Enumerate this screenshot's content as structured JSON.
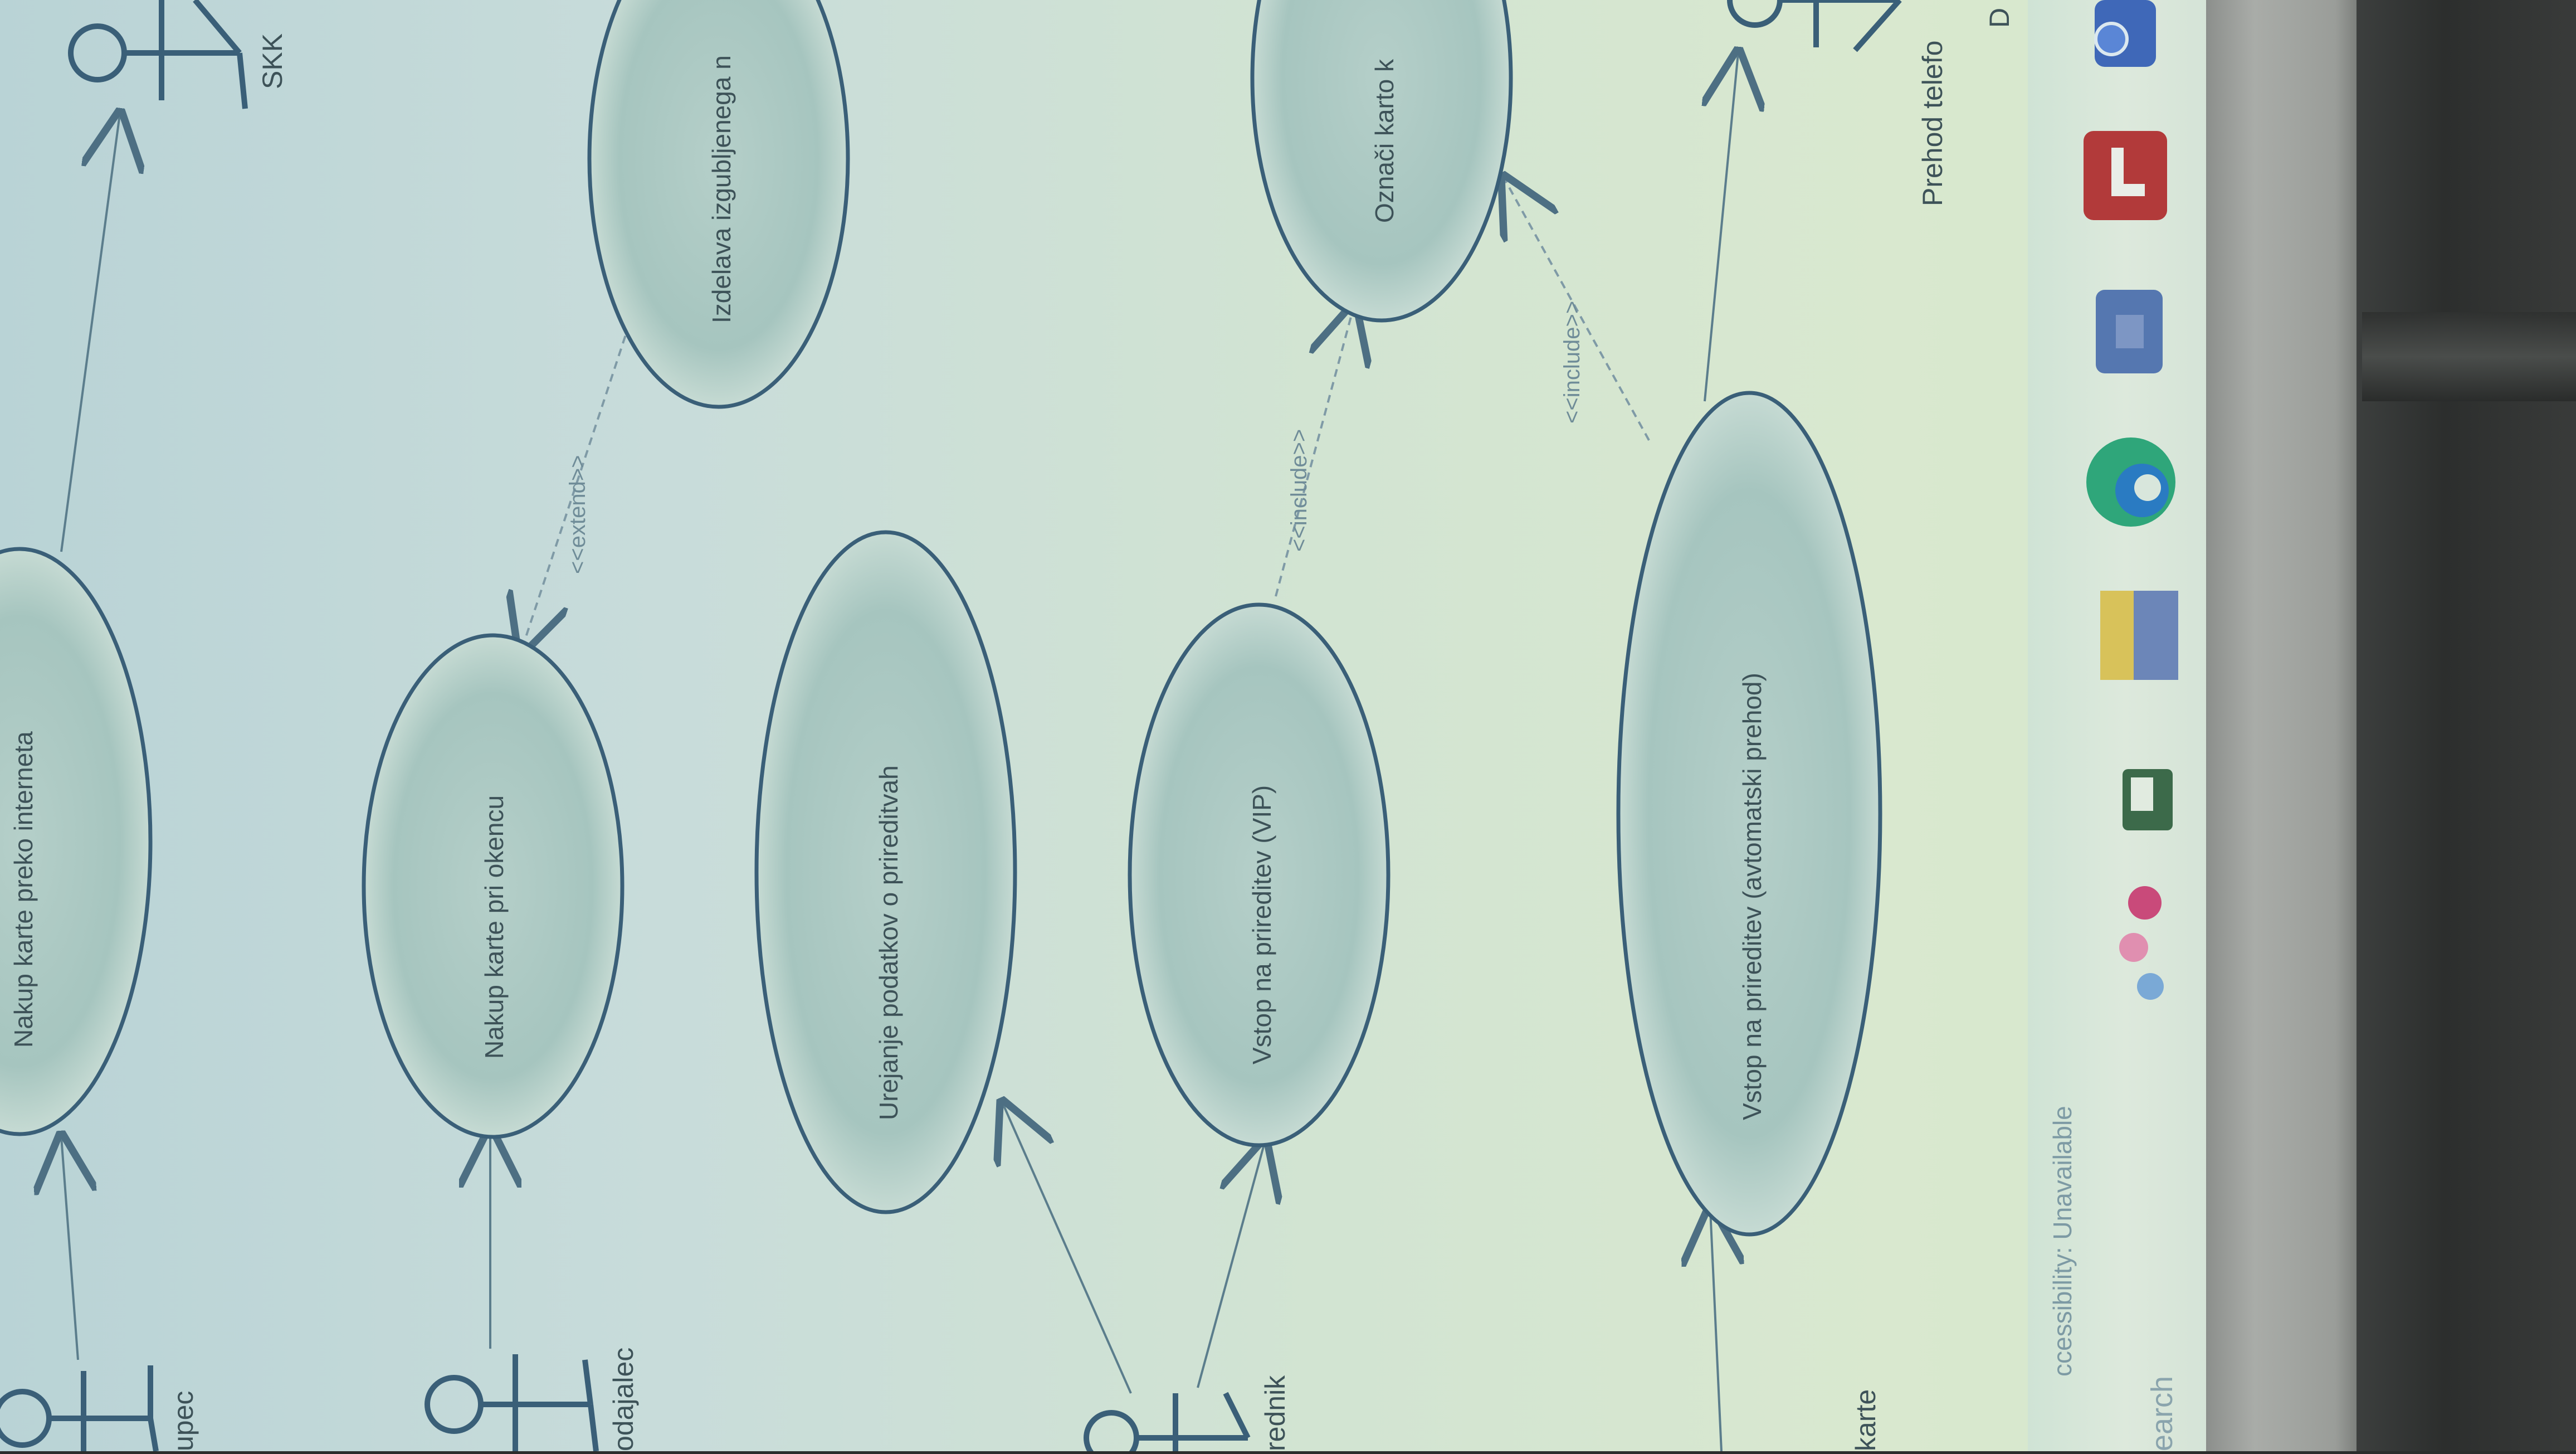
{
  "diagram": {
    "use_cases": [
      {
        "id": "uc1",
        "label": "Nakup karte preko interneta"
      },
      {
        "id": "uc2",
        "label": "Nakup karte pri okencu"
      },
      {
        "id": "uc3",
        "label": "Izdelava izgubljenega n"
      },
      {
        "id": "uc4",
        "label": "Urejanje podatkov o prireditvah"
      },
      {
        "id": "uc5",
        "label": "Vstop na prireditev (VIP)"
      },
      {
        "id": "uc6",
        "label": "Označi karto k"
      },
      {
        "id": "uc7",
        "label": "Vstop na prireditev (avtomatski prehod)"
      }
    ],
    "actors": [
      {
        "id": "a1",
        "label": "SKK"
      },
      {
        "id": "a2",
        "label": "upec"
      },
      {
        "id": "a3",
        "label": "odajalec"
      },
      {
        "id": "a4",
        "label": "rednik"
      },
      {
        "id": "a5",
        "label": ""
      }
    ],
    "relations": [
      {
        "label": "<<extend>>"
      },
      {
        "label": "<<include>>"
      },
      {
        "label": "<<include>>"
      }
    ],
    "fragments": {
      "prehod": "Prehod telefo",
      "prehod2": "D",
      "karte": "karte"
    }
  },
  "taskbar": {
    "status": "ccessibility: Unavailable",
    "search": "earch"
  },
  "colors": {
    "line": "#3d6278",
    "ellipse_fill": "#a9c9c2",
    "accent_red": "#b23a3a",
    "accent_blue": "#5577b0",
    "screen": "#c8dcda"
  }
}
